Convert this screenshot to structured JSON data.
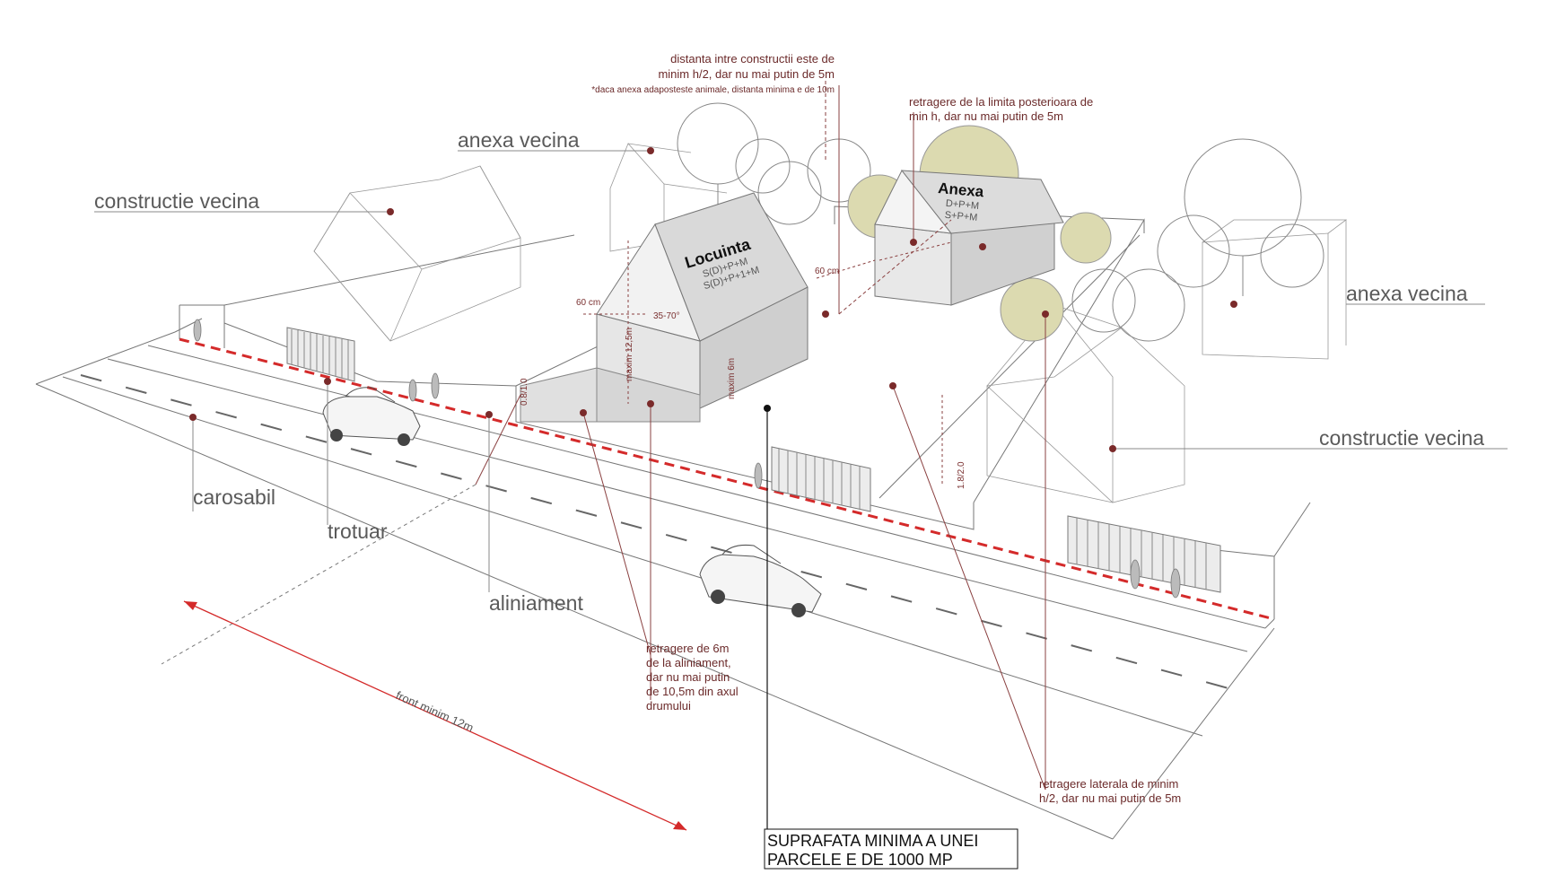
{
  "labels": {
    "construct_left": "constructie vecina",
    "anexa_top": "anexa vecina",
    "anexa_right": "anexa vecina",
    "construct_right": "constructie vecina",
    "carosabil": "carosabil",
    "trotuar": "trotuar",
    "aliniament": "aliniament",
    "front": "front minim 12m"
  },
  "locuinta": {
    "title": "Locuinta",
    "line1": "S(D)+P+M",
    "line2": "S(D)+P+1+M"
  },
  "anexa": {
    "title": "Anexa",
    "line1": "D+P+M",
    "line2": "S+P+M"
  },
  "notes": {
    "distanta_1": "distanta intre constructii este de",
    "distanta_2": "minim h/2, dar nu mai putin de 5m",
    "distanta_3": "*daca anexa adaposteste animale, distanta minima e de 10m",
    "posterior_1": "retragere de la limita posterioara de",
    "posterior_2": "min h, dar nu mai putin de 5m",
    "aliniament_1": "retragere de 6m",
    "aliniament_2": "de la aliniament,",
    "aliniament_3": "dar nu mai putin",
    "aliniament_4": "de 10,5m din axul",
    "aliniament_5": "drumului",
    "lateral_1": "retragere laterala de minim",
    "lateral_2": "h/2, dar nu mai putin de 5m"
  },
  "dimensions": {
    "d60_left": "60 cm",
    "d60_right": "60 cm",
    "roof": "35-70°",
    "max_h": "maxim 12,5m",
    "max_c": "maxim 6m",
    "fence_l": "0.8/1.0",
    "fence_r": "1.8/2.0"
  },
  "caption": {
    "line1": "SUPRAFATA MINIMA A UNEI",
    "line2": "PARCELE E DE 1000 MP"
  },
  "colors": {
    "accent_red": "#d42a2a",
    "tree_fill": "#dcdab0",
    "line_gray": "#777777",
    "label_gray": "#5a5a5a"
  }
}
